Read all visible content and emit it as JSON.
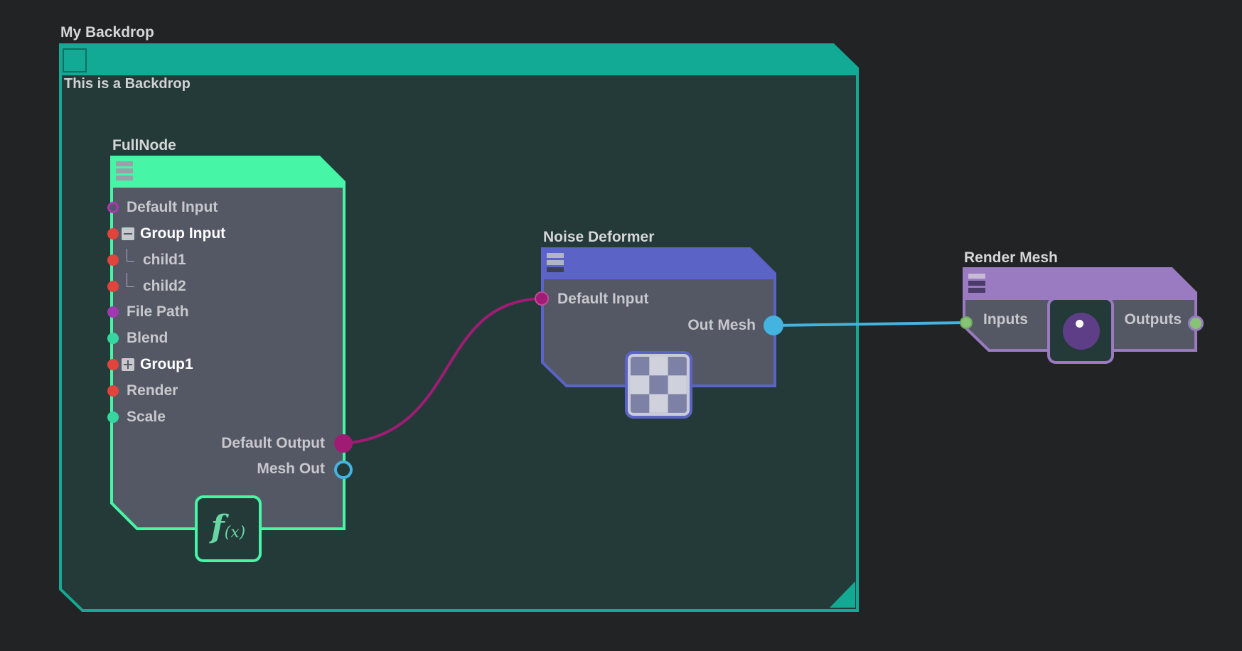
{
  "backdrop": {
    "title": "My Backdrop",
    "comment": "This is a Backdrop",
    "color": "#12aa94"
  },
  "full_node": {
    "title": "FullNode",
    "color": "#46f5a6",
    "icon": "function-fx-icon",
    "icon_text": "f",
    "icon_sub": "(x)",
    "inputs": [
      "Default Input",
      "Group Input",
      "child1",
      "child2",
      "File Path",
      "Blend",
      "Group1",
      "Render",
      "Scale"
    ],
    "outputs": [
      "Default Output",
      "Mesh Out"
    ]
  },
  "noise_node": {
    "title": "Noise Deformer",
    "color": "#5b63c7",
    "icon": "checkerboard-icon",
    "input": "Default Input",
    "output": "Out Mesh"
  },
  "render_node": {
    "title": "Render Mesh",
    "color": "#9a7ac0",
    "icon": "render-eye-icon",
    "input": "Inputs",
    "output": "Outputs"
  },
  "colors": {
    "canvas": "#222325",
    "node_body": "#545865",
    "backdrop_body": "#233a38",
    "wire_magenta": "#a01c74",
    "wire_blue": "#44b3e0"
  }
}
